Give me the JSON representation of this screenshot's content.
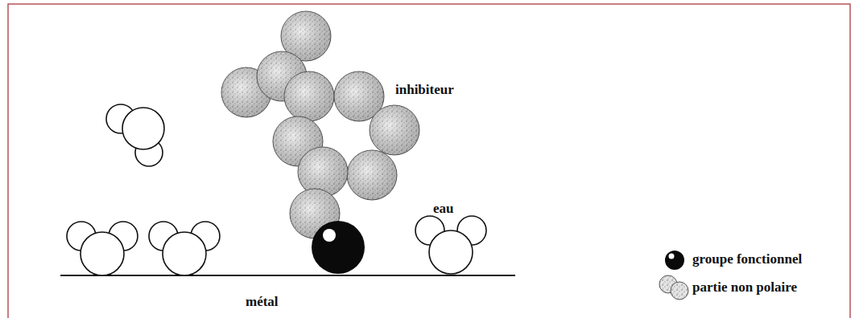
{
  "diagram": {
    "labels": [
      "inhibiteur",
      "eau",
      "métal"
    ],
    "legend": [
      {
        "text": "groupe fonctionnel"
      },
      {
        "text": "partie non polaire"
      }
    ]
  }
}
